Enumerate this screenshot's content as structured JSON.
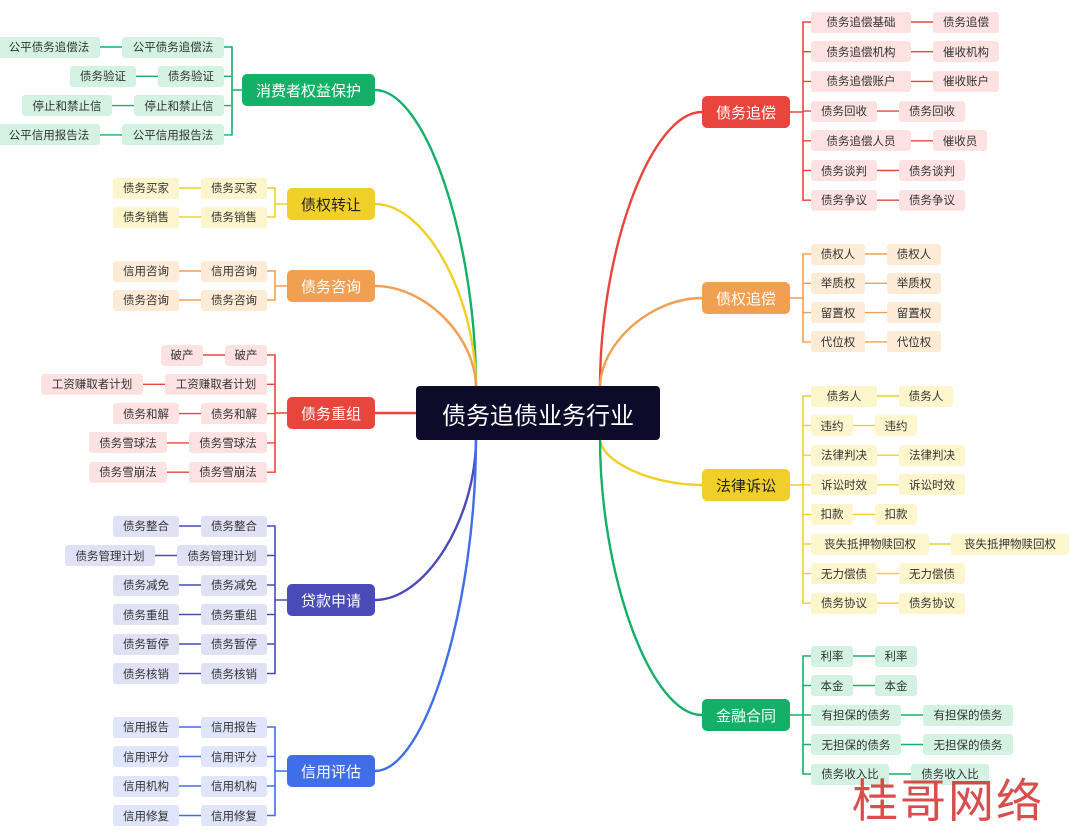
{
  "root": {
    "label": "债务追债业务行业"
  },
  "branches": [
    {
      "id": "b0",
      "label": "债务追偿",
      "color": "#e8463d",
      "leafBg": "#fde2e1",
      "items": [
        [
          "债务追偿基础",
          "债务追偿"
        ],
        [
          "债务追偿机构",
          "催收机构"
        ],
        [
          "债务追偿账户",
          "催收账户"
        ],
        [
          "债务回收",
          "债务回收"
        ],
        [
          "债务追偿人员",
          "催收员"
        ],
        [
          "债务谈判",
          "债务谈判"
        ],
        [
          "债务争议",
          "债务争议"
        ]
      ]
    },
    {
      "id": "b1",
      "label": "债权追偿",
      "color": "#f0a050",
      "leafBg": "#fdebd6",
      "items": [
        [
          "债权人",
          "债权人"
        ],
        [
          "举质权",
          "举质权"
        ],
        [
          "留置权",
          "留置权"
        ],
        [
          "代位权",
          "代位权"
        ]
      ]
    },
    {
      "id": "b2",
      "label": "法律诉讼",
      "color": "#f0d028",
      "leafBg": "#fdf5cc",
      "darkText": true,
      "items": [
        [
          "债务人",
          "债务人"
        ],
        [
          "违约",
          "违约"
        ],
        [
          "法律判决",
          "法律判决"
        ],
        [
          "诉讼时效",
          "诉讼时效"
        ],
        [
          "扣款",
          "扣款"
        ],
        [
          "丧失抵押物赎回权",
          "丧失抵押物赎回权"
        ],
        [
          "无力偿债",
          "无力偿债"
        ],
        [
          "债务协议",
          "债务协议"
        ]
      ]
    },
    {
      "id": "b3",
      "label": "金融合同",
      "color": "#14b068",
      "leafBg": "#d3f2e2",
      "items": [
        [
          "利率",
          "利率"
        ],
        [
          "本金",
          "本金"
        ],
        [
          "有担保的债务",
          "有担保的债务"
        ],
        [
          "无担保的债务",
          "无担保的债务"
        ],
        [
          "债务收入比",
          "债务收入比"
        ]
      ]
    },
    {
      "id": "b4",
      "label": "消费者权益保护",
      "color": "#14b068",
      "leafBg": "#d3f2e2",
      "items": [
        [
          "公平债务追偿法",
          "公平债务追偿法"
        ],
        [
          "债务验证",
          "债务验证"
        ],
        [
          "停止和禁止信",
          "停止和禁止信"
        ],
        [
          "公平信用报告法",
          "公平信用报告法"
        ]
      ]
    },
    {
      "id": "b5",
      "label": "债权转让",
      "color": "#f0d028",
      "leafBg": "#fdf5cc",
      "darkText": true,
      "items": [
        [
          "债务买家",
          "债务买家"
        ],
        [
          "债务销售",
          "债务销售"
        ]
      ]
    },
    {
      "id": "b6",
      "label": "债务咨询",
      "color": "#f0a050",
      "leafBg": "#fdebd6",
      "items": [
        [
          "信用咨询",
          "信用咨询"
        ],
        [
          "债务咨询",
          "债务咨询"
        ]
      ]
    },
    {
      "id": "b7",
      "label": "债务重组",
      "color": "#e8463d",
      "leafBg": "#fde2e1",
      "items": [
        [
          "破产",
          "破产"
        ],
        [
          "工资赚取者计划",
          "工资赚取者计划"
        ],
        [
          "债务和解",
          "债务和解"
        ],
        [
          "债务雪球法",
          "债务雪球法"
        ],
        [
          "债务雪崩法",
          "债务雪崩法"
        ]
      ]
    },
    {
      "id": "b8",
      "label": "贷款申请",
      "color": "#4a4ab8",
      "leafBg": "#e1e1f6",
      "items": [
        [
          "债务整合",
          "债务整合"
        ],
        [
          "债务管理计划",
          "债务管理计划"
        ],
        [
          "债务减免",
          "债务减免"
        ],
        [
          "债务重组",
          "债务重组"
        ],
        [
          "债务暂停",
          "债务暂停"
        ],
        [
          "债务核销",
          "债务核销"
        ]
      ]
    },
    {
      "id": "b9",
      "label": "信用评估",
      "color": "#3f6ee8",
      "leafBg": "#dfe6fb",
      "items": [
        [
          "信用报告",
          "信用报告"
        ],
        [
          "信用评分",
          "信用评分"
        ],
        [
          "信用机构",
          "信用机构"
        ],
        [
          "信用修复",
          "信用修复"
        ]
      ]
    }
  ],
  "watermark": "桂哥网络"
}
